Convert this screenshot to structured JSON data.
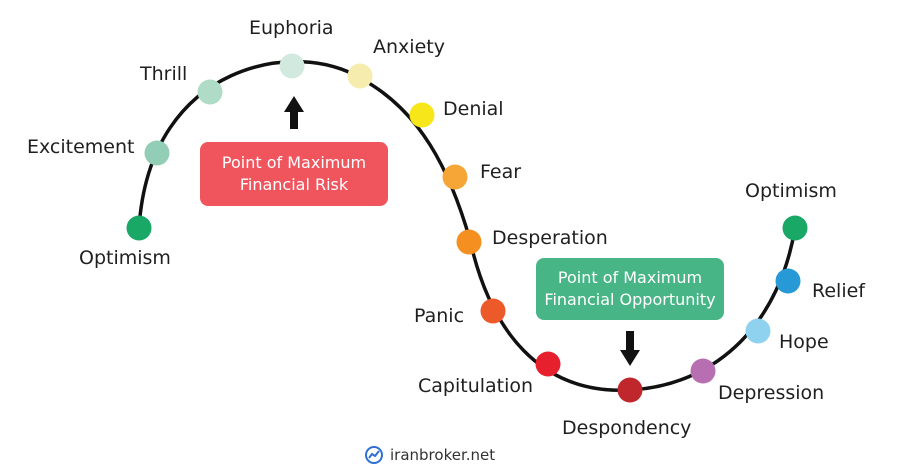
{
  "colors": {
    "risk_box": "#f0555e",
    "opportunity_box": "#48b586",
    "curve": "#111111",
    "arrow": "#111111"
  },
  "stages": [
    {
      "id": "optimism-start",
      "label": "Optimism",
      "color": "#1aa866"
    },
    {
      "id": "excitement",
      "label": "Excitement",
      "color": "#92cdb5"
    },
    {
      "id": "thrill",
      "label": "Thrill",
      "color": "#aedcc6"
    },
    {
      "id": "euphoria",
      "label": "Euphoria",
      "color": "#d2e9df"
    },
    {
      "id": "anxiety",
      "label": "Anxiety",
      "color": "#f6ecad"
    },
    {
      "id": "denial",
      "label": "Denial",
      "color": "#f7e61a"
    },
    {
      "id": "fear",
      "label": "Fear",
      "color": "#f5a637"
    },
    {
      "id": "desperation",
      "label": "Desperation",
      "color": "#f58f1f"
    },
    {
      "id": "panic",
      "label": "Panic",
      "color": "#ed5a2a"
    },
    {
      "id": "capitulation",
      "label": "Capitulation",
      "color": "#e6202c"
    },
    {
      "id": "despondency",
      "label": "Despondency",
      "color": "#c0272d"
    },
    {
      "id": "depression",
      "label": "Depression",
      "color": "#b86fb2"
    },
    {
      "id": "hope",
      "label": "Hope",
      "color": "#8fd2ef"
    },
    {
      "id": "relief",
      "label": "Relief",
      "color": "#2699d6"
    },
    {
      "id": "optimism-end",
      "label": "Optimism",
      "color": "#1aa866"
    }
  ],
  "callouts": {
    "risk": {
      "line1": "Point of Maximum",
      "line2": "Financial Risk"
    },
    "opportunity": {
      "line1": "Point of Maximum",
      "line2": "Financial Opportunity"
    }
  },
  "watermark": {
    "text": "iranbroker.net",
    "icon": "iranbroker-logo-icon"
  }
}
